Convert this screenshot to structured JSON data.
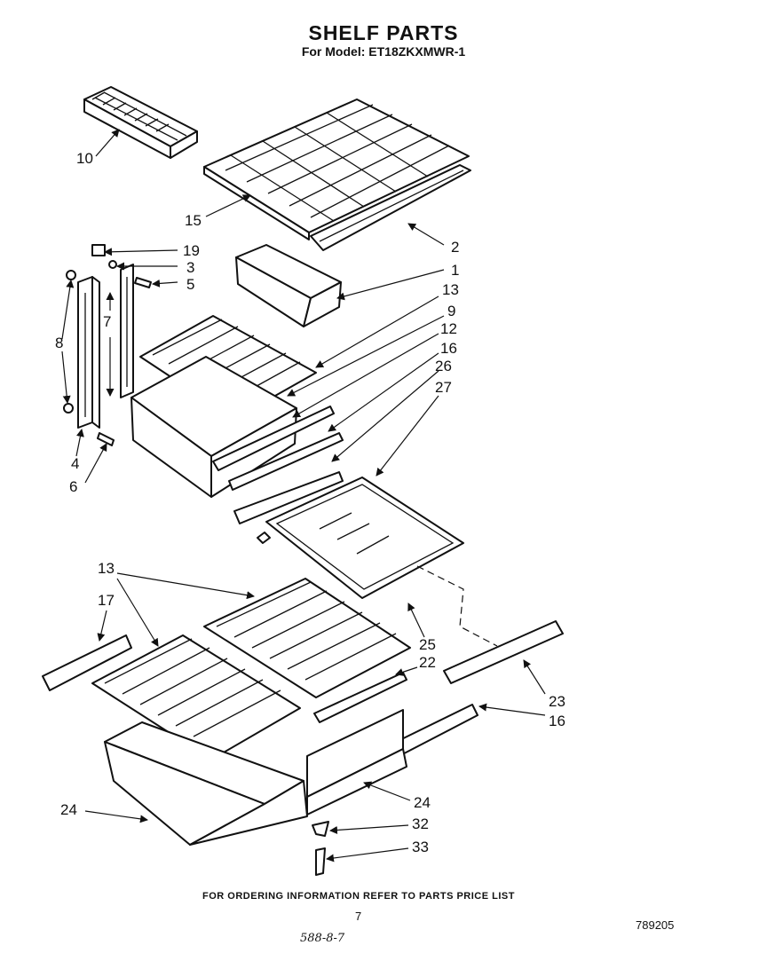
{
  "title": "SHELF PARTS",
  "subtitle": "For Model: ET18ZKXMWR-1",
  "footer": "FOR ORDERING INFORMATION REFER TO PARTS PRICE LIST",
  "page_number": "7",
  "document_number": "789205",
  "handwritten_note": "588-8-7",
  "callouts": [
    "10",
    "15",
    "2",
    "19",
    "3",
    "5",
    "1",
    "13",
    "9",
    "7",
    "8",
    "12",
    "16",
    "26",
    "27",
    "4",
    "6",
    "13",
    "17",
    "25",
    "22",
    "23",
    "16",
    "24",
    "24",
    "32",
    "33"
  ]
}
